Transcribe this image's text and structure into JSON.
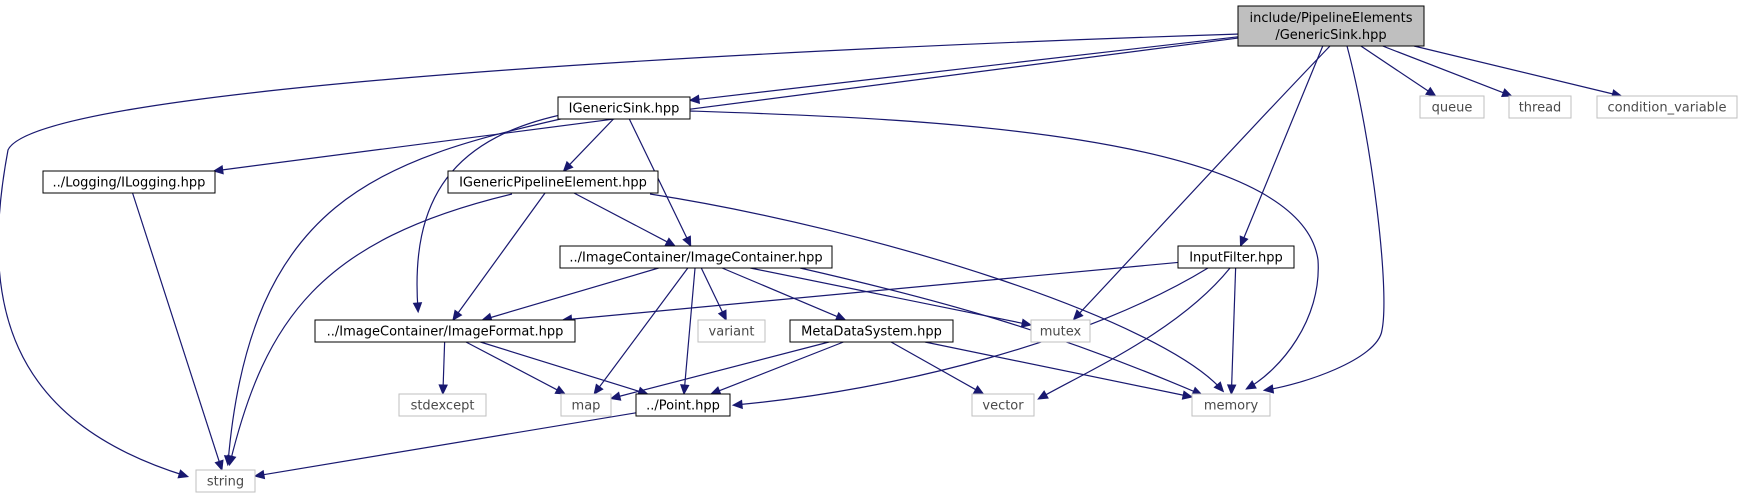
{
  "diagram": {
    "colors": {
      "edge": "#191970",
      "root_fill": "#bfbfbf",
      "root_stroke": "#000000",
      "internal_stroke": "#000000",
      "external_stroke": "#bfbfbf",
      "internal_text": "#000000",
      "external_text": "#4a4a4a"
    },
    "nodes": [
      {
        "id": "root",
        "kind": "root",
        "lines": [
          "include/PipelineElements",
          "/GenericSink.hpp"
        ]
      },
      {
        "id": "igs",
        "kind": "internal",
        "lines": [
          "IGenericSink.hpp"
        ]
      },
      {
        "id": "queue",
        "kind": "external",
        "lines": [
          "queue"
        ]
      },
      {
        "id": "thread",
        "kind": "external",
        "lines": [
          "thread"
        ]
      },
      {
        "id": "cv",
        "kind": "external",
        "lines": [
          "condition_variable"
        ]
      },
      {
        "id": "ilog",
        "kind": "internal",
        "lines": [
          "../Logging/ILogging.hpp"
        ]
      },
      {
        "id": "igpe",
        "kind": "internal",
        "lines": [
          "IGenericPipelineElement.hpp"
        ]
      },
      {
        "id": "ic",
        "kind": "internal",
        "lines": [
          "../ImageContainer/ImageContainer.hpp"
        ]
      },
      {
        "id": "inf",
        "kind": "internal",
        "lines": [
          "InputFilter.hpp"
        ]
      },
      {
        "id": "if",
        "kind": "internal",
        "lines": [
          "../ImageContainer/ImageFormat.hpp"
        ]
      },
      {
        "id": "variant",
        "kind": "external",
        "lines": [
          "variant"
        ]
      },
      {
        "id": "mds",
        "kind": "internal",
        "lines": [
          "MetaDataSystem.hpp"
        ]
      },
      {
        "id": "mutex",
        "kind": "external",
        "lines": [
          "mutex"
        ]
      },
      {
        "id": "stdexcept",
        "kind": "external",
        "lines": [
          "stdexcept"
        ]
      },
      {
        "id": "map",
        "kind": "external",
        "lines": [
          "map"
        ]
      },
      {
        "id": "point",
        "kind": "internal",
        "lines": [
          "../Point.hpp"
        ]
      },
      {
        "id": "vector",
        "kind": "external",
        "lines": [
          "vector"
        ]
      },
      {
        "id": "memory",
        "kind": "external",
        "lines": [
          "memory"
        ]
      },
      {
        "id": "string",
        "kind": "external",
        "lines": [
          "string"
        ]
      }
    ],
    "edges": [
      {
        "from": "root",
        "to": "string"
      },
      {
        "from": "root",
        "to": "ilog"
      },
      {
        "from": "root",
        "to": "igs"
      },
      {
        "from": "root",
        "to": "mutex"
      },
      {
        "from": "root",
        "to": "inf"
      },
      {
        "from": "root",
        "to": "memory"
      },
      {
        "from": "root",
        "to": "queue"
      },
      {
        "from": "root",
        "to": "thread"
      },
      {
        "from": "root",
        "to": "cv"
      },
      {
        "from": "igs",
        "to": "string"
      },
      {
        "from": "igs",
        "to": "if"
      },
      {
        "from": "igs",
        "to": "igpe"
      },
      {
        "from": "igs",
        "to": "ic"
      },
      {
        "from": "igs",
        "to": "memory"
      },
      {
        "from": "ilog",
        "to": "string"
      },
      {
        "from": "igpe",
        "to": "string"
      },
      {
        "from": "igpe",
        "to": "if"
      },
      {
        "from": "igpe",
        "to": "ic"
      },
      {
        "from": "igpe",
        "to": "memory"
      },
      {
        "from": "ic",
        "to": "if"
      },
      {
        "from": "ic",
        "to": "map"
      },
      {
        "from": "ic",
        "to": "point"
      },
      {
        "from": "ic",
        "to": "variant"
      },
      {
        "from": "ic",
        "to": "mds"
      },
      {
        "from": "ic",
        "to": "mutex"
      },
      {
        "from": "ic",
        "to": "memory"
      },
      {
        "from": "inf",
        "to": "if"
      },
      {
        "from": "inf",
        "to": "point"
      },
      {
        "from": "inf",
        "to": "vector"
      },
      {
        "from": "inf",
        "to": "memory"
      },
      {
        "from": "if",
        "to": "stdexcept"
      },
      {
        "from": "if",
        "to": "map"
      },
      {
        "from": "if",
        "to": "point"
      },
      {
        "from": "mds",
        "to": "map"
      },
      {
        "from": "mds",
        "to": "point"
      },
      {
        "from": "mds",
        "to": "vector"
      },
      {
        "from": "mds",
        "to": "memory"
      },
      {
        "from": "point",
        "to": "string"
      }
    ]
  }
}
